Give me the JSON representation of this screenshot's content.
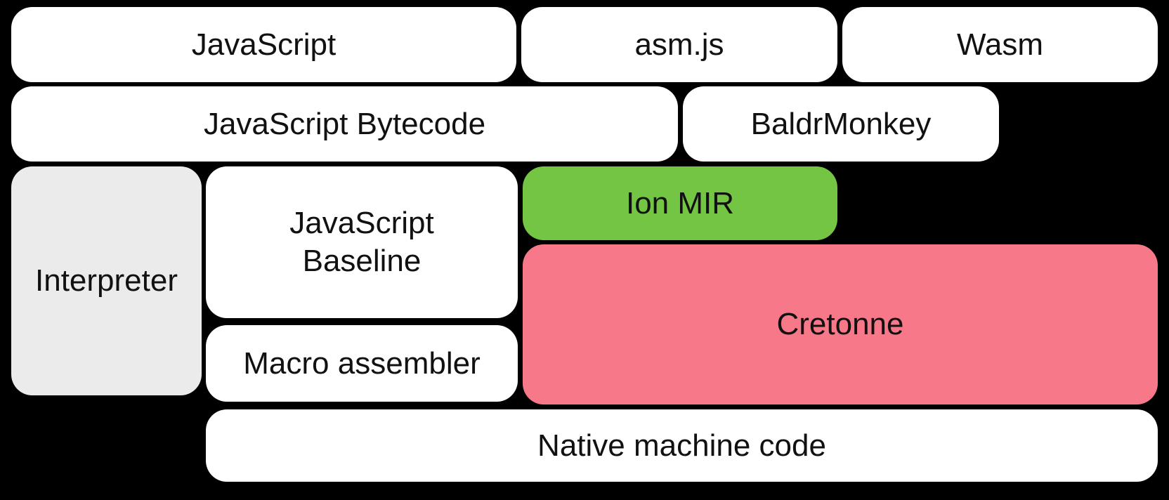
{
  "diagram": {
    "title": "Compiler pipeline diagram",
    "background_color": "#000000",
    "text_color": "#111111",
    "colors": {
      "default_box": "#ffffff",
      "interpreter_box": "#ebebeb",
      "ion_mir_box": "#75c545",
      "cretonne_box": "#f77889"
    },
    "nodes": {
      "javascript": {
        "label": "JavaScript",
        "color": "#ffffff"
      },
      "asmjs": {
        "label": "asm.js",
        "color": "#ffffff"
      },
      "wasm": {
        "label": "Wasm",
        "color": "#ffffff"
      },
      "bytecode": {
        "label": "JavaScript Bytecode",
        "color": "#ffffff"
      },
      "baldrmonkey": {
        "label": "BaldrMonkey",
        "color": "#ffffff"
      },
      "interpreter": {
        "label": "Interpreter",
        "color": "#ebebeb"
      },
      "baseline": {
        "label": "JavaScript\nBaseline",
        "color": "#ffffff"
      },
      "ionmir": {
        "label": "Ion MIR",
        "color": "#75c545"
      },
      "cretonne": {
        "label": "Cretonne",
        "color": "#f77889"
      },
      "macroasm": {
        "label": "Macro assembler",
        "color": "#ffffff"
      },
      "nativecode": {
        "label": "Native machine code",
        "color": "#ffffff"
      }
    }
  }
}
